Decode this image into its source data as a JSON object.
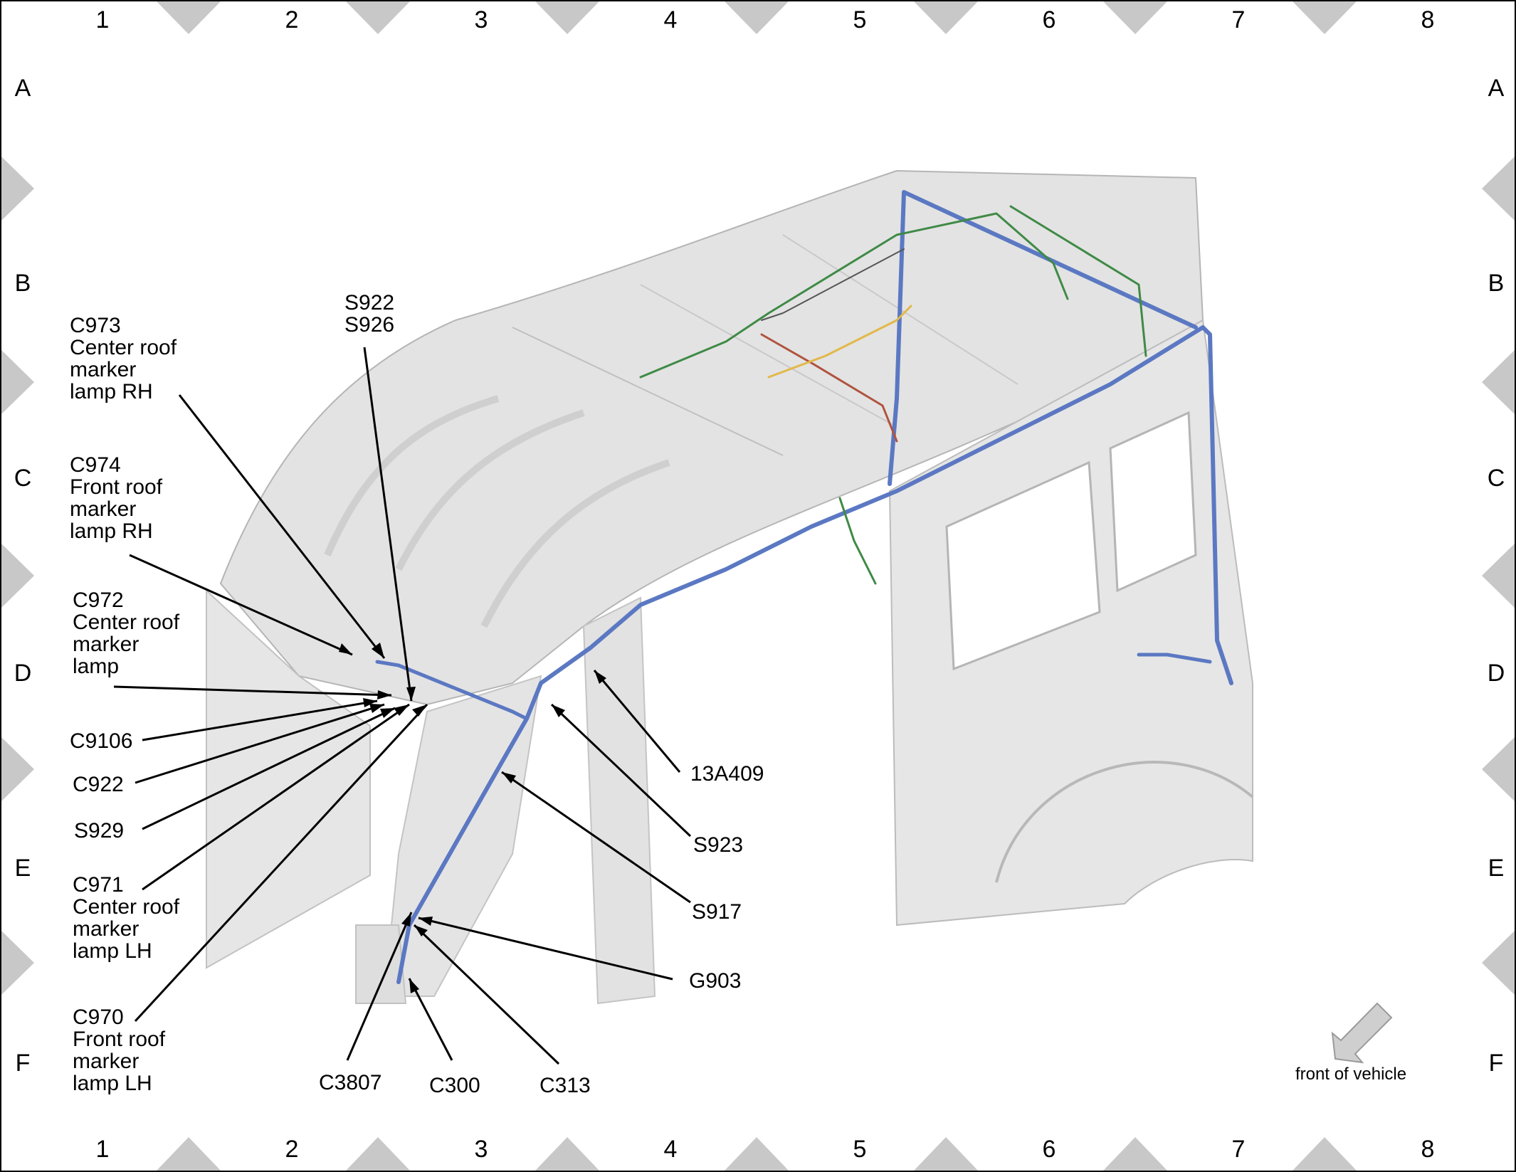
{
  "grid": {
    "columns": [
      "1",
      "2",
      "3",
      "4",
      "5",
      "6",
      "7",
      "8"
    ],
    "rows": [
      "A",
      "B",
      "C",
      "D",
      "E",
      "F"
    ]
  },
  "callouts": {
    "c973": [
      "C973",
      "Center roof",
      "marker",
      "lamp RH"
    ],
    "c974": [
      "C974",
      "Front roof",
      "marker",
      "lamp RH"
    ],
    "c972": [
      "C972",
      "Center roof",
      "marker",
      "lamp"
    ],
    "c9106": [
      "C9106"
    ],
    "c922": [
      "C922"
    ],
    "s929": [
      "S929"
    ],
    "c971": [
      "C971",
      "Center roof",
      "marker",
      "lamp LH"
    ],
    "c970": [
      "C970",
      "Front roof",
      "marker",
      "lamp LH"
    ],
    "s922": [
      "S922",
      "S926"
    ],
    "c3807": [
      "C3807"
    ],
    "c300": [
      "C300"
    ],
    "c313": [
      "C313"
    ],
    "g903": [
      "G903"
    ],
    "s917": [
      "S917"
    ],
    "s923": [
      "S923"
    ],
    "a13a409": [
      "13A409"
    ]
  },
  "legend": {
    "label": "front of vehicle"
  },
  "colors": {
    "harness_main": "#5b78c2",
    "harness_branch_green": "#3f8a46",
    "harness_red": "#b0533e",
    "harness_yellow": "#e2b84a",
    "body_panel": "#dcdcdc",
    "grid_marker": "#c8c8c8"
  }
}
